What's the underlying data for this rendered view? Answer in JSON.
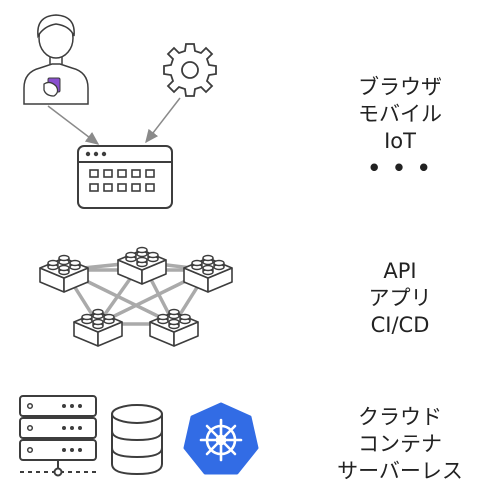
{
  "top_tier": {
    "lines": [
      "ブラウザ",
      "モバイル",
      "IoT",
      "• • •"
    ]
  },
  "middle_tier": {
    "lines": [
      "API",
      "アプリ",
      "CI/CD"
    ]
  },
  "bottom_tier": {
    "lines": [
      "クラウド",
      "コンテナ",
      "サーバーレス"
    ]
  },
  "colors": {
    "stroke": "#3d3d3d",
    "arrow": "#8a8a8a",
    "network_line": "#aaaaaa",
    "phone": "#8a4fd0",
    "kubernetes": "#326ce5"
  }
}
